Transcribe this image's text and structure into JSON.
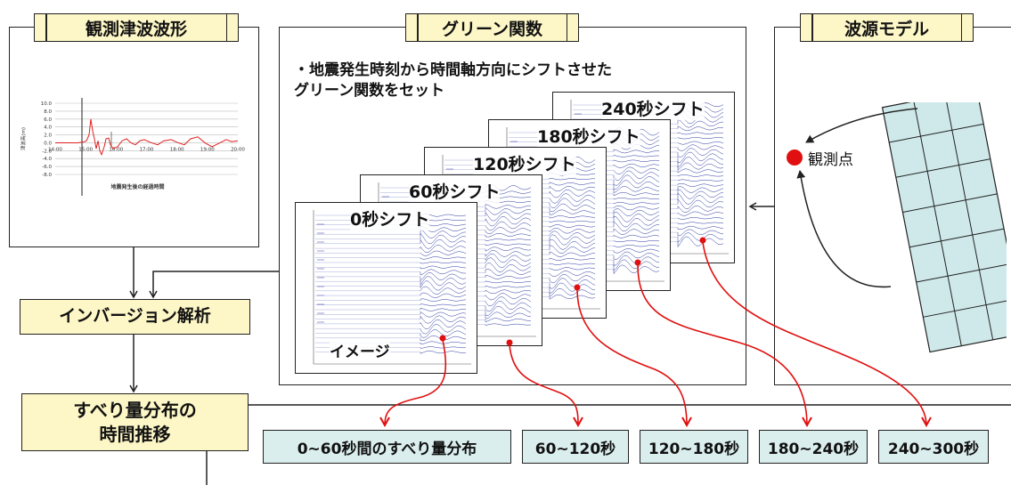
{
  "titles": {
    "observed": "観測津波波形",
    "green": "グリーン関数",
    "source": "波源モデル"
  },
  "green_note": [
    "・地震発生時刻から時間軸方向にシフトさせた",
    "グリーン関数をセット"
  ],
  "sheets": [
    "0秒シフト",
    "60秒シフト",
    "120秒シフト",
    "180秒シフト",
    "240秒シフト"
  ],
  "sheet_image_label": "イメージ",
  "inversion": "インバージョン解析",
  "slip_evolution": [
    "すべり量分布の",
    "時間推移"
  ],
  "results": [
    "0~60秒間のすべり量分布",
    "60~120秒",
    "120~180秒",
    "180~240秒",
    "240~300秒"
  ],
  "observation_point": "観測点",
  "observed_chart": {
    "y_label": "津波高(m)",
    "x_label": "地震発生後の経過時間",
    "y_ticks": [
      "10.0",
      "8.0",
      "6.0",
      "4.0",
      "2.0",
      "0.0",
      "-2.0",
      "-4.0",
      "-6.0",
      "-8.0"
    ],
    "x_ticks": [
      "14:00",
      "15:00",
      "16:00",
      "17:00",
      "18:00",
      "19:00",
      "20:00"
    ]
  },
  "colors": {
    "title_fill": "#fdf6c6",
    "result_fill": "#dbeeee",
    "grid_fill": "#cfe9ea",
    "arrow_red": "#e01010",
    "waveform": "#e02020",
    "green_traces": "#2a3aa0"
  }
}
